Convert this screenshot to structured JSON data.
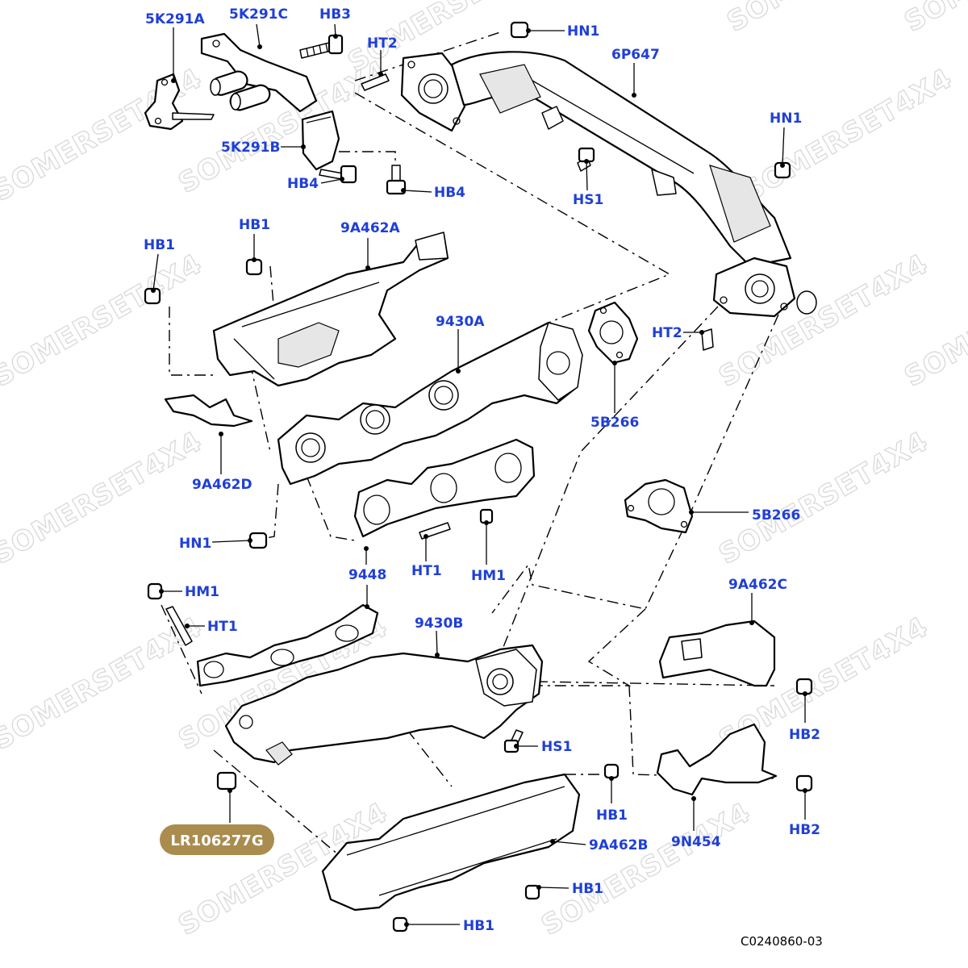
{
  "watermark": "SOMERSET4X4",
  "figure_number": "C0240860-03",
  "highlight_part": "LR106277G",
  "callouts": {
    "c_5K291A": "5K291A",
    "c_5K291C": "5K291C",
    "c_HB3": "HB3",
    "c_HT2_top": "HT2",
    "c_HN1_top": "HN1",
    "c_6P647": "6P647",
    "c_HN1_right": "HN1",
    "c_5K291B": "5K291B",
    "c_HB4_left": "HB4",
    "c_HB4_right": "HB4",
    "c_HS1_top": "HS1",
    "c_HB1_a": "HB1",
    "c_HB1_b": "HB1",
    "c_9A462A": "9A462A",
    "c_9430A": "9430A",
    "c_HT2_mid": "HT2",
    "c_5B266_a": "5B266",
    "c_9A462D": "9A462D",
    "c_5B266_b": "5B266",
    "c_HN1_left": "HN1",
    "c_9448": "9448",
    "c_HT1_a": "HT1",
    "c_HM1_a": "HM1",
    "c_HM1_b": "HM1",
    "c_HT1_b": "HT1",
    "c_9430B": "9430B",
    "c_9A462C": "9A462C",
    "c_HS1_bottom": "HS1",
    "c_HB2_a": "HB2",
    "c_HB1_c": "HB1",
    "c_9A462B": "9A462B",
    "c_9N454": "9N454",
    "c_HB2_b": "HB2",
    "c_HB1_d": "HB1",
    "c_HB1_e": "HB1"
  }
}
